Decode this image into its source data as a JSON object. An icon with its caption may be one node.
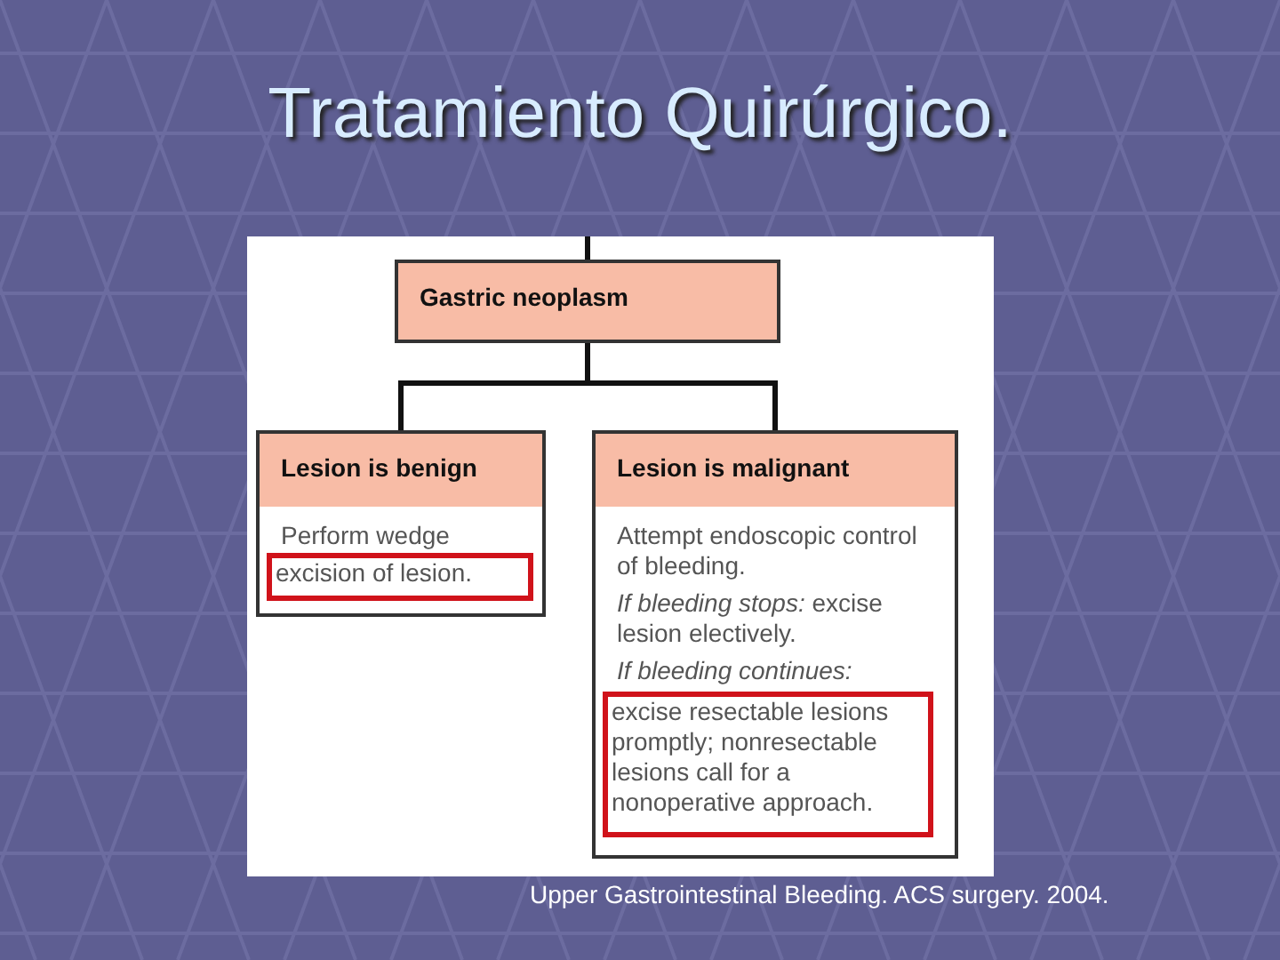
{
  "diagram": {
    "title": "Tratamiento Quirúrgico.",
    "caption": "Upper Gastrointestinal Bleeding. ACS surgery. 2004.",
    "nodes": [
      {
        "text": [
          "Gastric neoplasm"
        ]
      },
      {
        "text": [
          "Lesion is benign"
        ]
      },
      {
        "text": [
          "Perform wedge"
        ]
      },
      {
        "text": [
          "excision of lesion."
        ],
        "in": 2
      },
      {
        "text": [
          "Lesion is malignant"
        ]
      },
      {
        "text": [
          "Attempt endoscopic control of bleeding.",
          "*If bleeding stops:* excise lesion electively.",
          "*If bleeding continues:*"
        ]
      },
      {
        "text": [
          "excise resectable lesions promptly; nonresectable lesions call for a nonoperative approach."
        ],
        "in": 5
      }
    ],
    "edges": [
      {
        "from": null,
        "to": 0,
        "arrow": "none"
      },
      {
        "from": 0,
        "to": 1,
        "arrow": "none"
      },
      {
        "from": 0,
        "to": 4,
        "arrow": "none"
      }
    ]
  }
}
